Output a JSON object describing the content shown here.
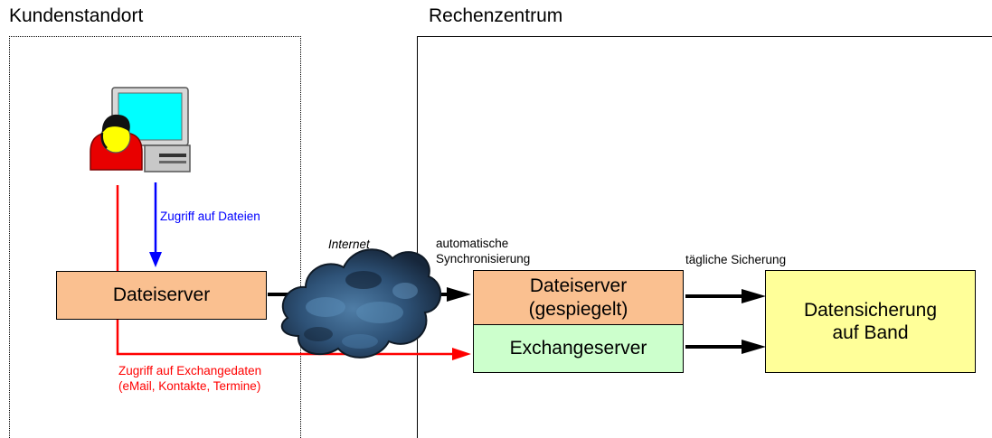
{
  "zones": {
    "customer": "Kundenstandort",
    "datacenter": "Rechenzentrum"
  },
  "boxes": {
    "local_fileserver": "Dateiserver",
    "mirrored_fileserver_line1": "Dateiserver",
    "mirrored_fileserver_line2": "(gespiegelt)",
    "exchange_server": "Exchangeserver",
    "backup_line1": "Datensicherung",
    "backup_line2": "auf Band"
  },
  "labels": {
    "file_access": "Zugriff auf Dateien",
    "internet": "Internet",
    "sync_line1": "automatische",
    "sync_line2": "Synchronisierung",
    "daily_backup": "tägliche Sicherung",
    "exchange_access_line1": "Zugriff auf Exchangedaten",
    "exchange_access_line2": "(eMail, Kontakte, Termine)"
  },
  "colors": {
    "local_fileserver_fill": "#FAC090",
    "mirrored_fileserver_fill": "#FAC090",
    "exchange_fill": "#CCFFCC",
    "backup_fill": "#FFFF99",
    "file_access_arrow": "#0000FF",
    "exchange_access_arrow": "#FF0000",
    "cloud_fill": "#2F4F6A",
    "user_shirt": "#E80000",
    "user_head": "#FFFF00",
    "monitor_screen": "#00FFFF"
  },
  "icons": [
    "user-at-computer-icon",
    "internet-cloud-icon"
  ]
}
